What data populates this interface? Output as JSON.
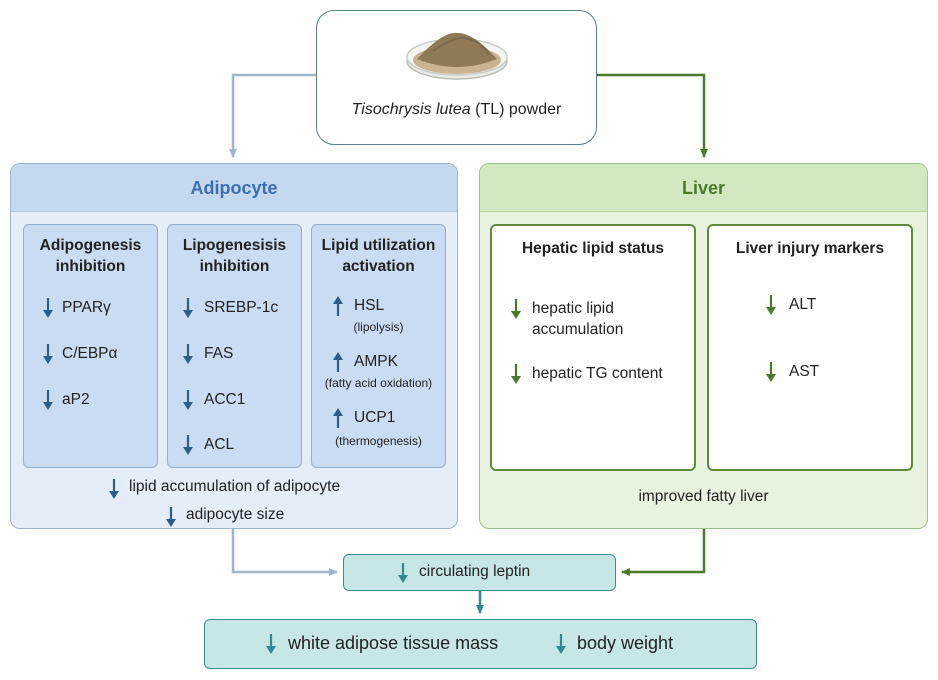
{
  "colors": {
    "adipocyte_accent": "#3d70b2",
    "liver_accent": "#4b7a2b",
    "down_arrow_adipocyte": "#2b5f8a",
    "up_arrow": "#2b5f8a",
    "down_arrow_liver": "#4b7a2b",
    "outcome_arrow": "#2e8c90"
  },
  "source": {
    "icon": "petri-dish-powder-icon",
    "name_italic": "Tisochrysis lutea",
    "name_rest": " (TL) powder"
  },
  "adipocyte": {
    "title": "Adipocyte",
    "groups": [
      {
        "title_line1": "Adipogenesis",
        "title_line2": "inhibition",
        "direction": "down",
        "items": [
          "PPARγ",
          "C/EBPα",
          "aP2"
        ]
      },
      {
        "title_line1": "Lipogenesisis",
        "title_line2": "inhibition",
        "direction": "down",
        "items": [
          "SREBP-1c",
          "FAS",
          "ACC1",
          "ACL"
        ]
      },
      {
        "title_line1": "Lipid utilization",
        "title_line2": "activation",
        "direction": "up",
        "items": [
          {
            "label": "HSL",
            "note": "(lipolysis)"
          },
          {
            "label": "AMPK",
            "note": "(fatty acid oxidation)"
          },
          {
            "label": "UCP1",
            "note": "(thermogenesis)"
          }
        ]
      }
    ],
    "summary": [
      "lipid accumulation of adipocyte",
      "adipocyte size"
    ]
  },
  "liver": {
    "title": "Liver",
    "groups": [
      {
        "title": "Hepatic lipid status",
        "direction": "down",
        "items": [
          {
            "line1": "hepatic lipid",
            "line2": "accumulation"
          },
          {
            "line1": "hepatic TG content",
            "line2": ""
          }
        ]
      },
      {
        "title": "Liver injury markers",
        "direction": "down",
        "items": [
          "ALT",
          "AST"
        ]
      }
    ],
    "summary": "improved fatty liver"
  },
  "outcome": {
    "direction": "down",
    "label": "circulating leptin"
  },
  "final": {
    "direction": "down",
    "items": [
      "white adipose tissue mass",
      "body weight"
    ]
  }
}
